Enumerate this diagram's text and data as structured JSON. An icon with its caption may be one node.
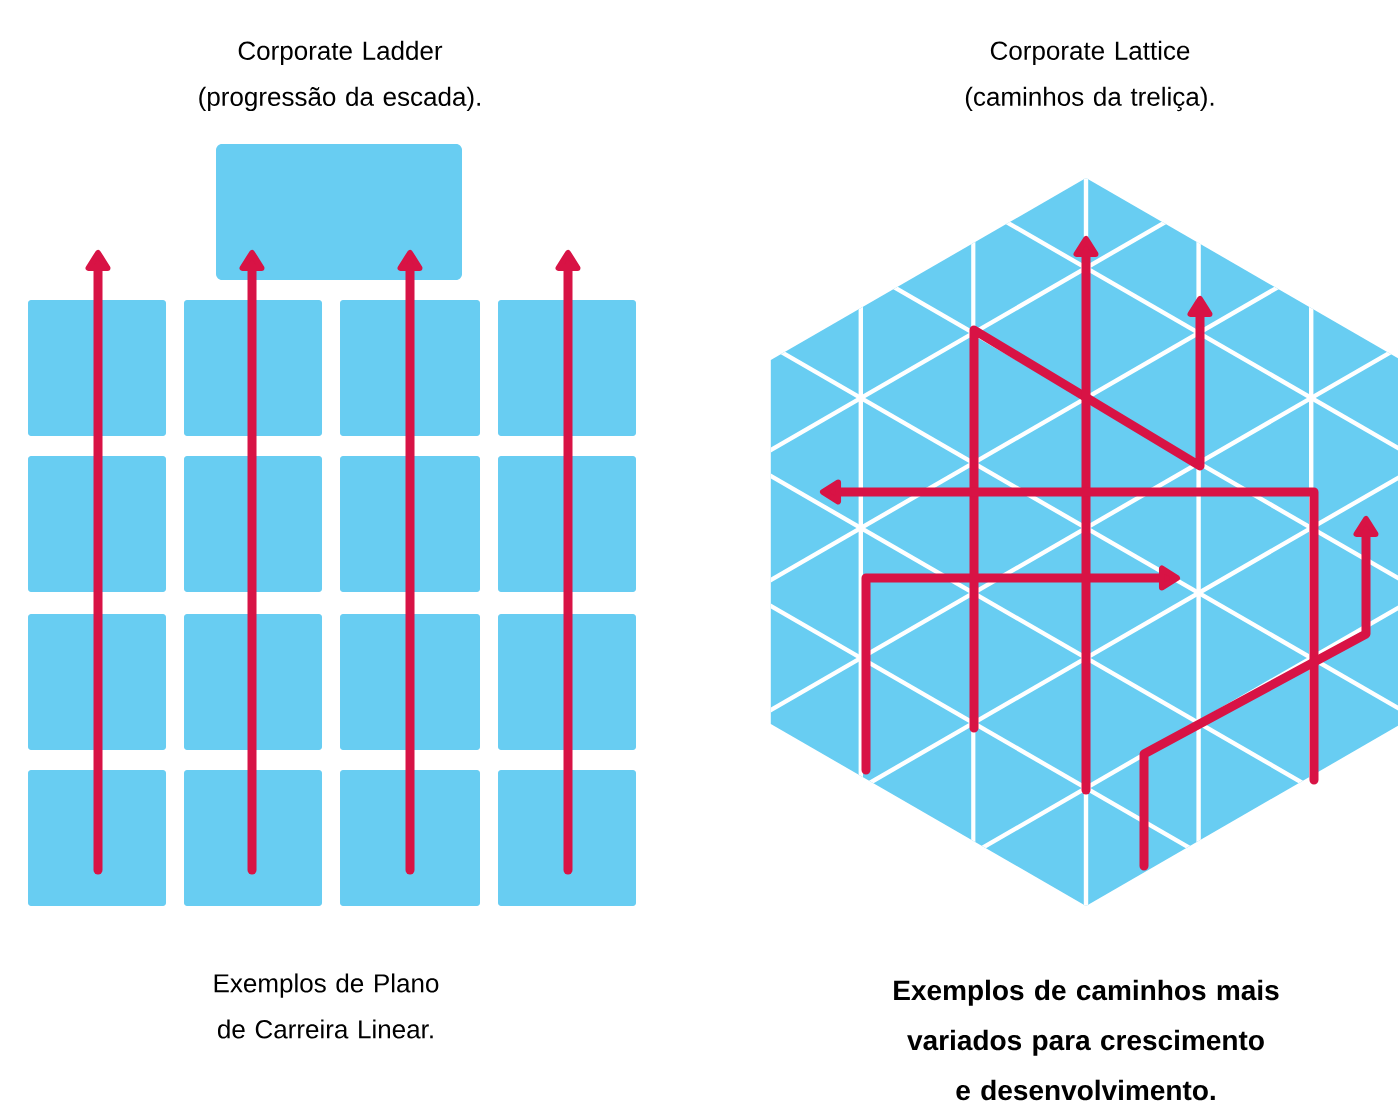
{
  "diagram": {
    "labels": [
      "Corporate Ladder (progressão da escada).",
      "Corporate Lattice (caminhos da treliça).",
      "Exemplos de Plano de Carreira Linear.",
      "Exemplos de caminhos mais variados para crescimento e desenvolvimento."
    ]
  }
}
